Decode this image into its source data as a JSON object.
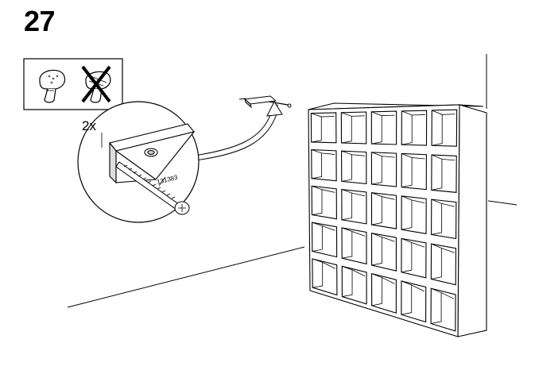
{
  "step": {
    "number": "27"
  },
  "callout": {
    "quantity": "2x",
    "part_number": "131383"
  },
  "icons": {
    "allowed_tool": "hammer-head-icon",
    "not_allowed_tool": "wall-plug-crossed-icon"
  },
  "colors": {
    "ink": "#000000",
    "paper": "#ffffff",
    "shade": "#6b6b6b"
  }
}
